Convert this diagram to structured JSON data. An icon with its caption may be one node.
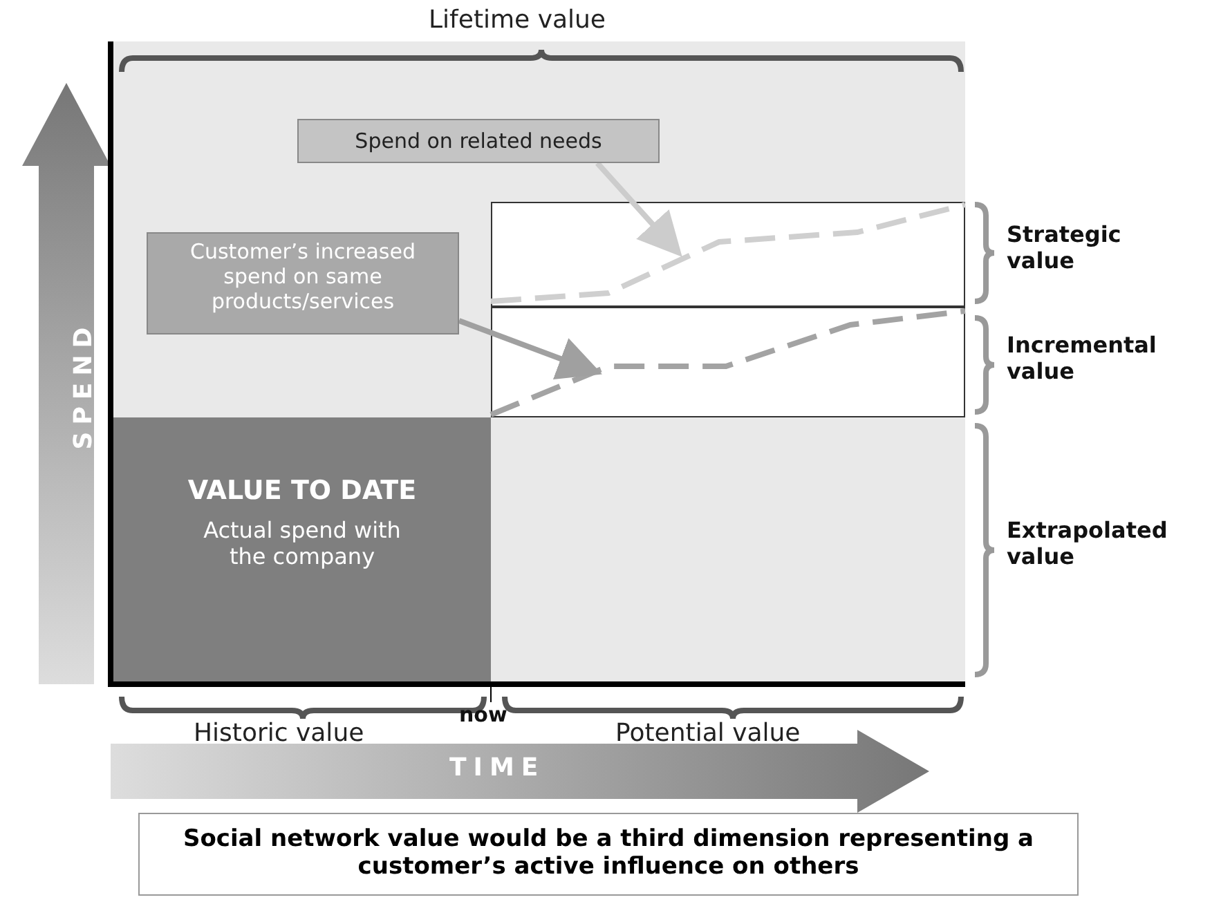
{
  "diagram": {
    "nodes": [
      {
        "text": [
          "Spend on related needs"
        ]
      },
      {
        "text": [
          "Customer’s increased spend on same products/services"
        ]
      },
      {
        "text": [
          "VALUE TO DATE",
          "Actual spend with the company"
        ]
      },
      {
        "text": [],
        "shape": "line"
      },
      {
        "text": [],
        "shape": "line"
      },
      {
        "text": [
          "Social network value would be a third dimension representing a customer’s active influence on others"
        ]
      }
    ],
    "edges": [
      {
        "from": 0,
        "to": 3,
        "arrow": "to",
        "color": "#cccccc"
      },
      {
        "from": 1,
        "to": 4,
        "arrow": "to",
        "color": "#a0a0a0"
      }
    ],
    "labels": [
      "Lifetime value",
      "SPEND",
      "Strategic value",
      "Incremental value",
      "Extrapolated value",
      "Historic value",
      "now",
      "Potential value",
      "TIME"
    ]
  }
}
